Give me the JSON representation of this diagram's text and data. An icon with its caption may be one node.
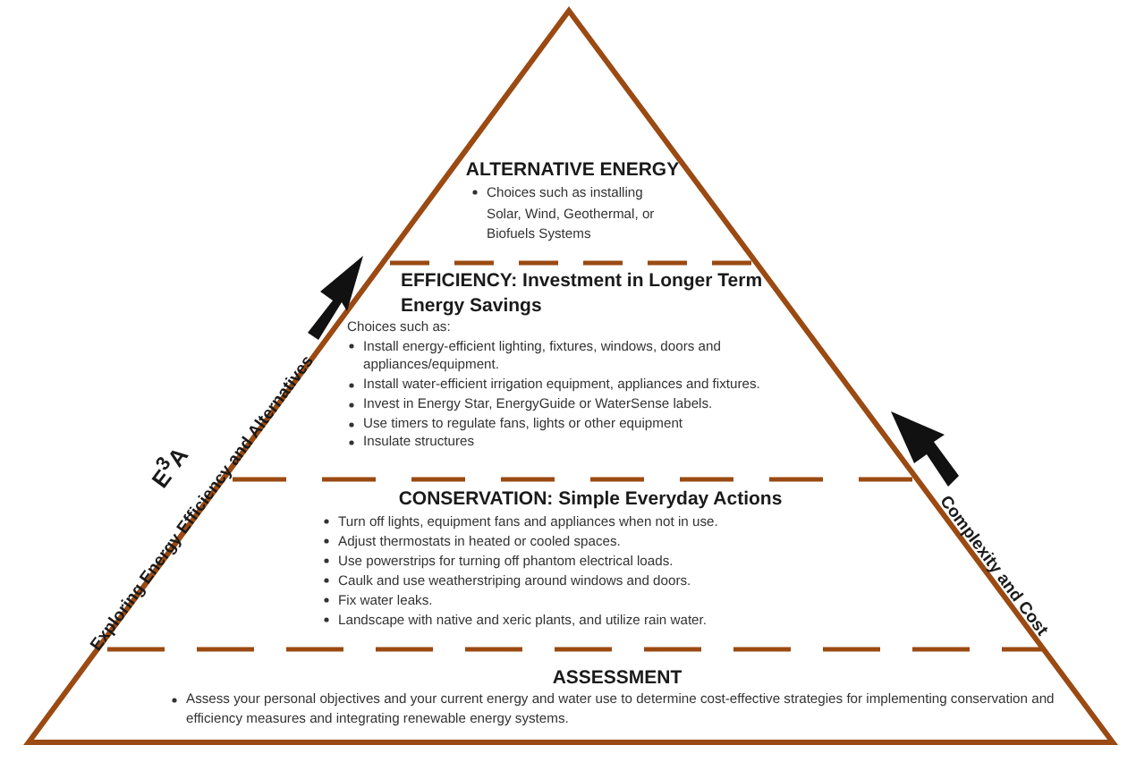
{
  "diagram": {
    "nodes": [
      {
        "text": [
          "ALTERNATIVE ENERGY",
          "Choices such as installing Solar, Wind, Geothermal, or Biofuels Systems"
        ]
      },
      {
        "text": [
          "EFFICIENCY: Investment in Longer Term Energy Savings",
          "Choices such as:",
          "Install energy-efficient lighting, fixtures, windows, doors and appliances/equipment.",
          "Install water-efficient irrigation equipment, appliances and fixtures.",
          "Invest in Energy Star, EnergyGuide or WaterSense labels.",
          "Use timers to regulate fans, lights or other equipment",
          "Insulate structures"
        ]
      },
      {
        "text": [
          "CONSERVATION: Simple Everyday Actions",
          "Turn off lights, equipment fans and appliances when not in use.",
          "Adjust thermostats in heated or cooled spaces.",
          "Use powerstrips for turning off phantom electrical loads.",
          "Caulk and use weatherstriping around windows and doors.",
          "Fix water leaks.",
          "Landscape with native and xeric plants, and utilize rain water."
        ]
      },
      {
        "text": [
          "ASSESSMENT",
          "Assess your personal objectives and your current energy and water use to determine cost-effective strategies for implementing conservation and efficiency measures and integrating renewable energy systems."
        ]
      }
    ],
    "labels": [
      "E$^{3}$A",
      "Exploring Energy Efficiency and Alternatives",
      "Complexity and Cost"
    ]
  }
}
